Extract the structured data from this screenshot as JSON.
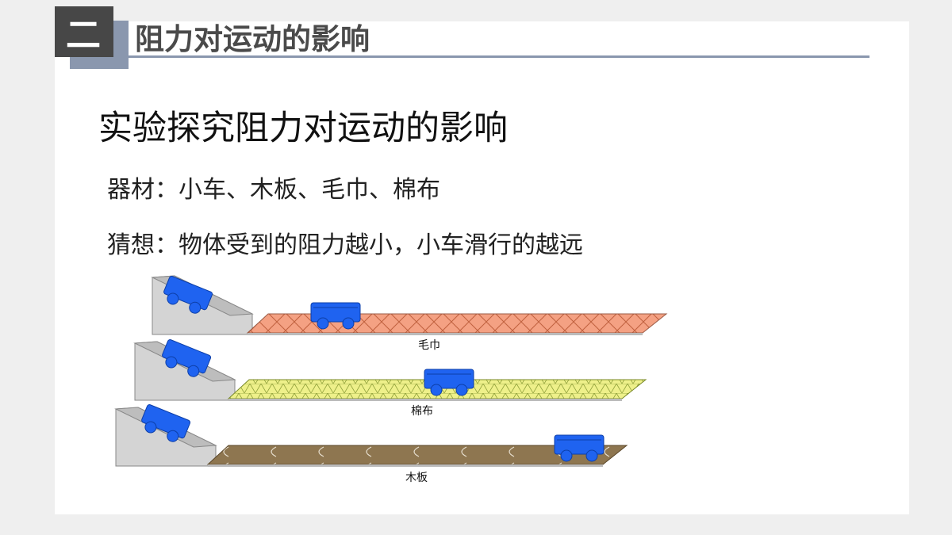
{
  "header": {
    "badge": "二",
    "title": "阻力对运动的影响"
  },
  "main": {
    "title": "实验探究阻力对运动的影响",
    "materials": "器材：小车、木板、毛巾、棉布",
    "hypothesis": "猜想：物体受到的阻力越小，小车滑行的越远"
  },
  "diagram": {
    "tracks": [
      {
        "label": "毛巾",
        "surface_color": "#f4a183"
      },
      {
        "label": "棉布",
        "surface_color": "#eef08a"
      },
      {
        "label": "木板",
        "surface_color": "#8e7650"
      }
    ],
    "car_color": "#1f63f0"
  }
}
